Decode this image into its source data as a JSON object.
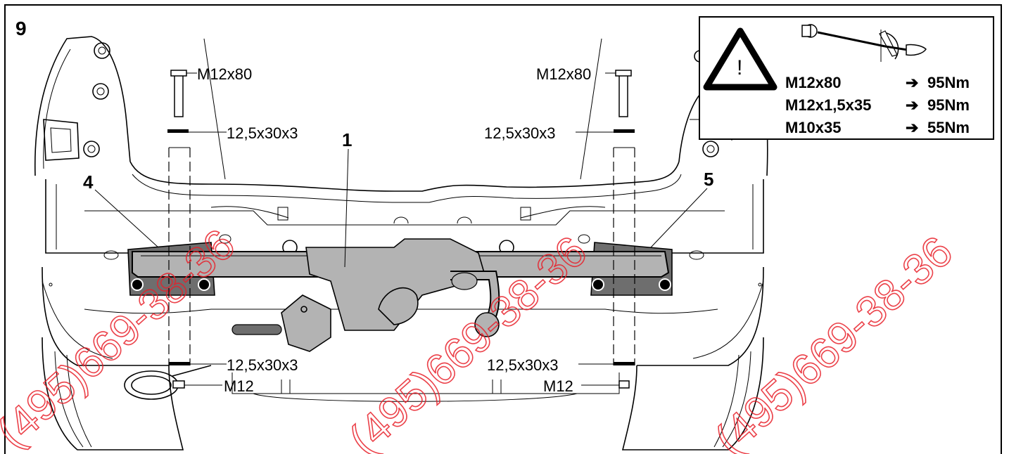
{
  "figure": {
    "number": "9"
  },
  "callouts": {
    "part_1": "1",
    "part_4": "4",
    "part_5": "5"
  },
  "fasteners": {
    "bolt_left": "M12x80",
    "bolt_right": "M12x80",
    "washer_top_left": "12,5x30x3",
    "washer_top_right": "12,5x30x3",
    "washer_bottom_left": "12,5x30x3",
    "washer_bottom_right": "12,5x30x3",
    "nut_left": "M12",
    "nut_right": "M12"
  },
  "torque_box": {
    "warning_symbol": "!",
    "rows": [
      {
        "bolt": "M12x80",
        "arrow": "➔",
        "torque": "95Nm"
      },
      {
        "bolt": "M12x1,5x35",
        "arrow": "➔",
        "torque": "95Nm"
      },
      {
        "bolt": "M10x35",
        "arrow": "➔",
        "torque": "55Nm"
      }
    ]
  },
  "watermark": {
    "text": "(495)669-38-36",
    "color": "#e8202a"
  },
  "colors": {
    "tow_bar_fill": "#b3b3b3",
    "bracket_fill": "#6e6e6e",
    "line": "#000000"
  }
}
